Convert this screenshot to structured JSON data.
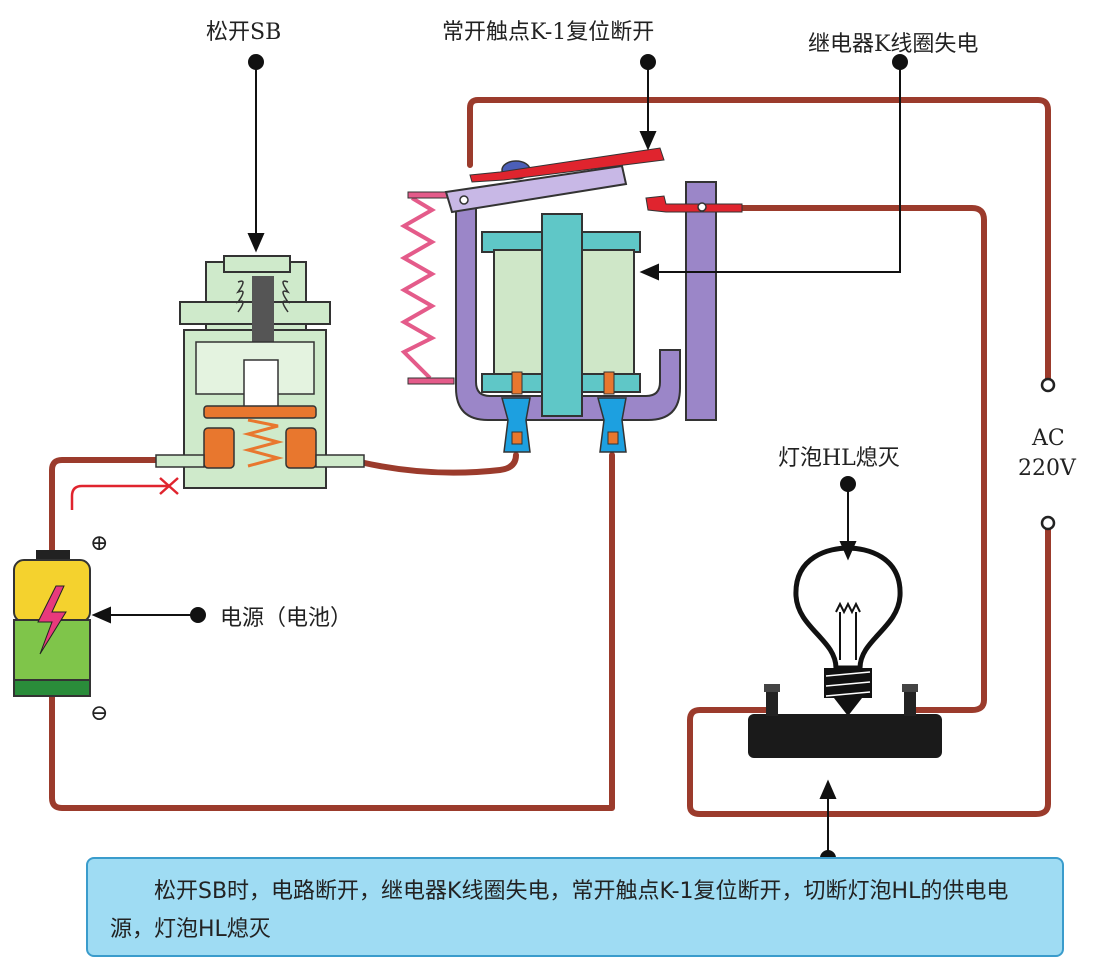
{
  "labels": {
    "switch_released": "松开SB",
    "contact_reset": "常开触点K-1复位断开",
    "coil_deenergized": "继电器K线圈失电",
    "power_source": "电源（电池）",
    "ac": "AC",
    "voltage": "220V",
    "lamp_off": "灯泡HL熄灭",
    "plus": "⊕",
    "minus": "⊖"
  },
  "caption": {
    "text": "　　松开SB时，电路断开，继电器K线圈失电，常开触点K-1复位断开，切断灯泡HL的供电电源，灯泡HL熄灭"
  },
  "colors": {
    "wire": "#9b3b2c",
    "switch_body": "#cfeacb",
    "relay_frame": "#9b86c8",
    "coil": "#cfe7c8",
    "core": "#5fc7c7",
    "battery_top": "#f4d22e",
    "battery_bottom": "#7fc54a",
    "caption_bg": "#9fdcf3",
    "contact_red": "#e0242e"
  }
}
